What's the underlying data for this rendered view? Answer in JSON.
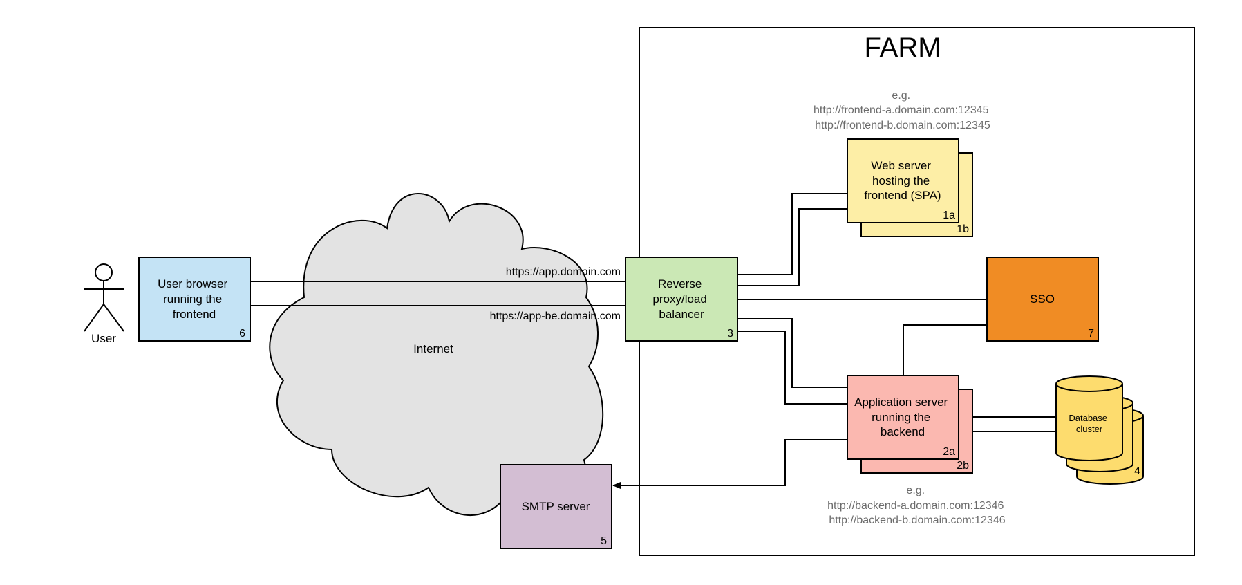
{
  "farm": {
    "title": "FARM"
  },
  "user": {
    "label": "User"
  },
  "internet": {
    "label": "Internet"
  },
  "connections": {
    "frontend_url": "https://app.domain.com",
    "backend_url": "https://app-be.domain.com"
  },
  "nodes": {
    "browser": {
      "lines": [
        "User browser",
        "running the",
        "frontend"
      ],
      "number": "6",
      "color": "#c4e3f5"
    },
    "proxy": {
      "lines": [
        "Reverse",
        "proxy/load",
        "balancer"
      ],
      "number": "3",
      "color": "#cbe8b5"
    },
    "webserver": {
      "lines": [
        "Web server",
        "hosting the",
        "frontend (SPA)"
      ],
      "number_a": "1a",
      "number_b": "1b",
      "color": "#fdeea6"
    },
    "sso": {
      "label": "SSO",
      "number": "7",
      "color": "#f08c24"
    },
    "appserver": {
      "lines": [
        "Application server",
        "running the",
        "backend"
      ],
      "number_a": "2a",
      "number_b": "2b",
      "color": "#fbb8b0"
    },
    "database": {
      "lines": [
        "Database",
        "cluster"
      ],
      "number": "4",
      "color": "#fddc6e"
    },
    "smtp": {
      "label": "SMTP server",
      "number": "5",
      "color": "#d3bed3"
    }
  },
  "notes": {
    "frontend": [
      "e.g.",
      "http://frontend-a.domain.com:12345",
      "http://frontend-b.domain.com:12345"
    ],
    "backend": [
      "e.g.",
      "http://backend-a.domain.com:12346",
      "http://backend-b.domain.com:12346"
    ]
  }
}
